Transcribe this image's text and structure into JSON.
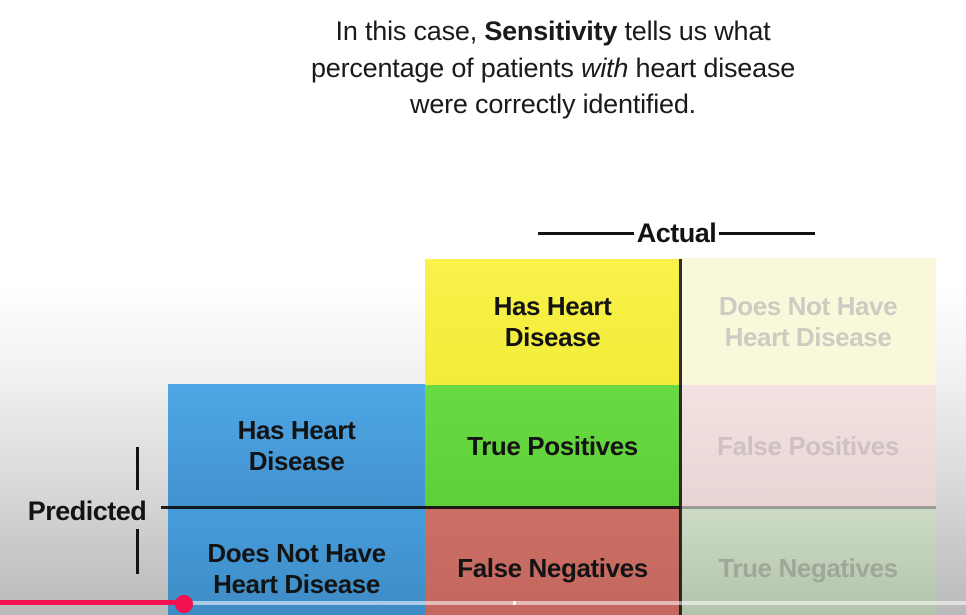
{
  "caption": {
    "line1_pre": "In this case, ",
    "line1_emph": "Sensitivity",
    "line1_post": " tells us what",
    "line2_pre": "percentage of patients ",
    "line2_emph": "with",
    "line2_post": " heart disease",
    "line3": "were correctly identified."
  },
  "matrix": {
    "axis_actual": "Actual",
    "axis_predicted": "Predicted",
    "actual_categories": [
      "Has Heart Disease",
      "Does Not Have Heart Disease"
    ],
    "predicted_categories": [
      "Has Heart Disease",
      "Does Not Have Heart Disease"
    ],
    "cells": {
      "true_positives": "True Positives",
      "false_positives": "False Positives",
      "false_negatives": "False Negatives",
      "true_negatives": "True Negatives"
    }
  },
  "colors": {
    "actual_header": "#F6EF40",
    "actual_header_faded": "#F9F8DA",
    "predicted_header": "#47A0E2",
    "true_positives": "#63D73D",
    "false_negatives": "#C96B61",
    "false_positives_faded": "#F0DEDD",
    "true_negatives_faded": "#BDCFB6",
    "progress_accent": "#F2104F"
  },
  "player": {
    "progress_percent": 19
  }
}
